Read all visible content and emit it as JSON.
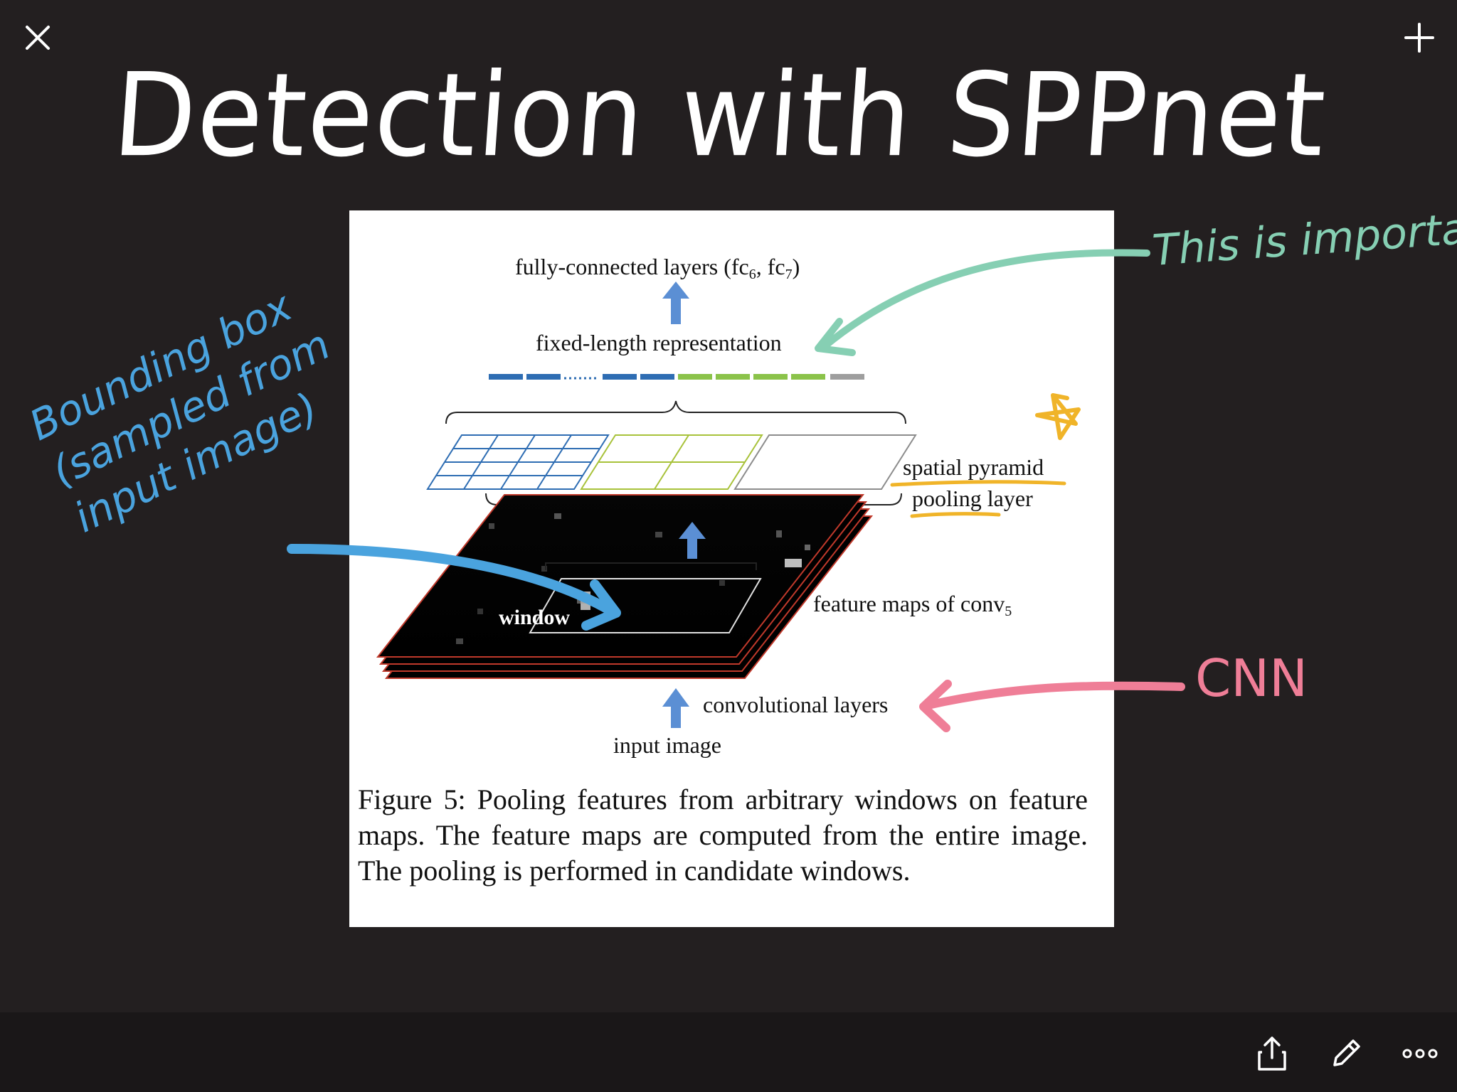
{
  "window": {
    "close_icon": "close-icon",
    "add_icon": "plus-icon"
  },
  "note": {
    "title": "Detection with SPPnet",
    "annotations": {
      "important": "This is important",
      "cnn": "CNN",
      "bounding_box": "Bounding box (sampled from input image)"
    },
    "colors": {
      "background": "#231f20",
      "title_ink": "#ffffff",
      "important_ink": "#86cfb3",
      "cnn_ink": "#ef7e97",
      "bbox_ink": "#4aa3de",
      "highlight_ink": "#f0b429"
    }
  },
  "figure": {
    "fc_label": "fully-connected layers (fc",
    "fc_sub6": "6",
    "fc_mid": ", fc",
    "fc_sub7": "7",
    "fc_close": ")",
    "fixed_length_label": "fixed-length representation",
    "spp_label_line1": "spatial pyramid",
    "spp_label_line2": "pooling layer",
    "feature_maps_label": "feature maps of conv",
    "feature_maps_sub": "5",
    "window_label": "window",
    "conv_label": "convolutional layers",
    "input_label": "input image",
    "caption": "Figure 5: Pooling features from arbitrary windows on feature maps. The feature maps are computed from the entire image. The pooling is performed in candidate windows."
  },
  "toolbar": {
    "share_icon": "share-icon",
    "edit_icon": "pencil-icon",
    "more_icon": "more-icon"
  }
}
